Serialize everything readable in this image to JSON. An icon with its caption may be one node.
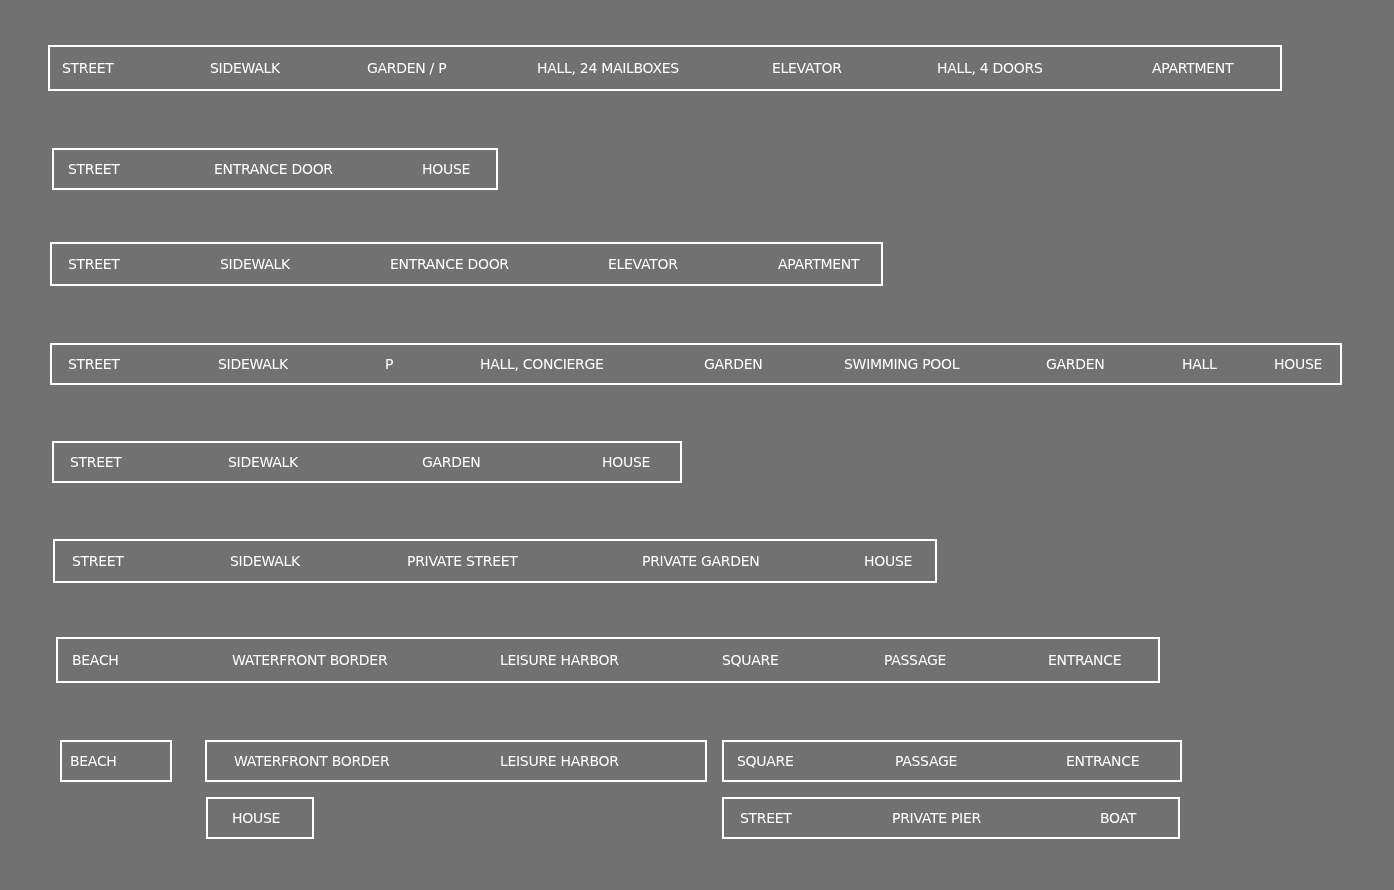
{
  "diagram": {
    "nodes": [
      {
        "text": [
          "STREET",
          "SIDEWALK",
          "GARDEN / P",
          "HALL, 24 MAILBOXES",
          "ELEVATOR",
          "HALL, 4 DOORS",
          "APARTMENT"
        ]
      },
      {
        "text": [
          "STREET",
          "ENTRANCE DOOR",
          "HOUSE"
        ]
      },
      {
        "text": [
          "STREET",
          "SIDEWALK",
          "ENTRANCE DOOR",
          "ELEVATOR",
          "APARTMENT"
        ]
      },
      {
        "text": [
          "STREET",
          "SIDEWALK",
          "P",
          "HALL, CONCIERGE",
          "GARDEN",
          "SWIMMING POOL",
          "GARDEN",
          "HALL",
          "HOUSE"
        ]
      },
      {
        "text": [
          "STREET",
          "SIDEWALK",
          "GARDEN",
          "HOUSE"
        ]
      },
      {
        "text": [
          "STREET",
          "SIDEWALK",
          "PRIVATE STREET",
          "PRIVATE GARDEN",
          "HOUSE"
        ]
      },
      {
        "text": [
          "BEACH",
          "WATERFRONT BORDER",
          "LEISURE HARBOR",
          "SQUARE",
          "PASSAGE",
          "ENTRANCE"
        ]
      },
      {
        "text": [
          "BEACH"
        ]
      },
      {
        "text": [
          "WATERFRONT BORDER",
          "LEISURE HARBOR"
        ]
      },
      {
        "text": [
          "SQUARE",
          "PASSAGE",
          "ENTRANCE"
        ]
      },
      {
        "text": [
          "HOUSE"
        ]
      },
      {
        "text": [
          "STREET",
          "PRIVATE PIER",
          "BOAT"
        ]
      }
    ]
  }
}
